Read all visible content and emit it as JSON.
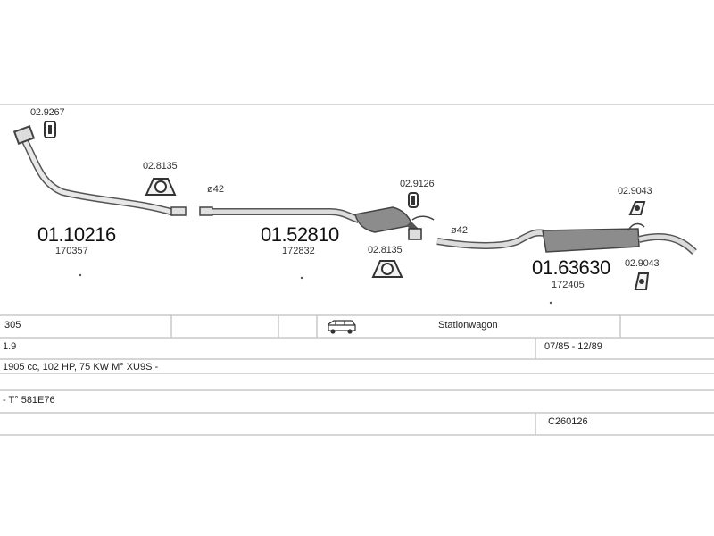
{
  "parts": [
    {
      "code": "02.9267"
    },
    {
      "code": "02.8135"
    },
    {
      "code": "01.10216",
      "ref": "170357"
    },
    {
      "code": "01.52810",
      "ref": "172832"
    },
    {
      "code": "02.9126"
    },
    {
      "code": "02.8135"
    },
    {
      "code": "01.63630",
      "ref": "172405"
    },
    {
      "code": "02.9043"
    },
    {
      "code": "02.9043"
    }
  ],
  "dimensions": [
    "ø42",
    "ø42"
  ],
  "table": {
    "model": "305",
    "body_type": "Stationwagon",
    "body_icon": "station-wagon-icon",
    "engine_size": "1.9",
    "years": "07/85 - 12/89",
    "engine_spec": "1905 cc, 102 HP, 75 KW M° XU9S -",
    "type_code": "- T° 581E76",
    "catalog_code": "C260126"
  }
}
